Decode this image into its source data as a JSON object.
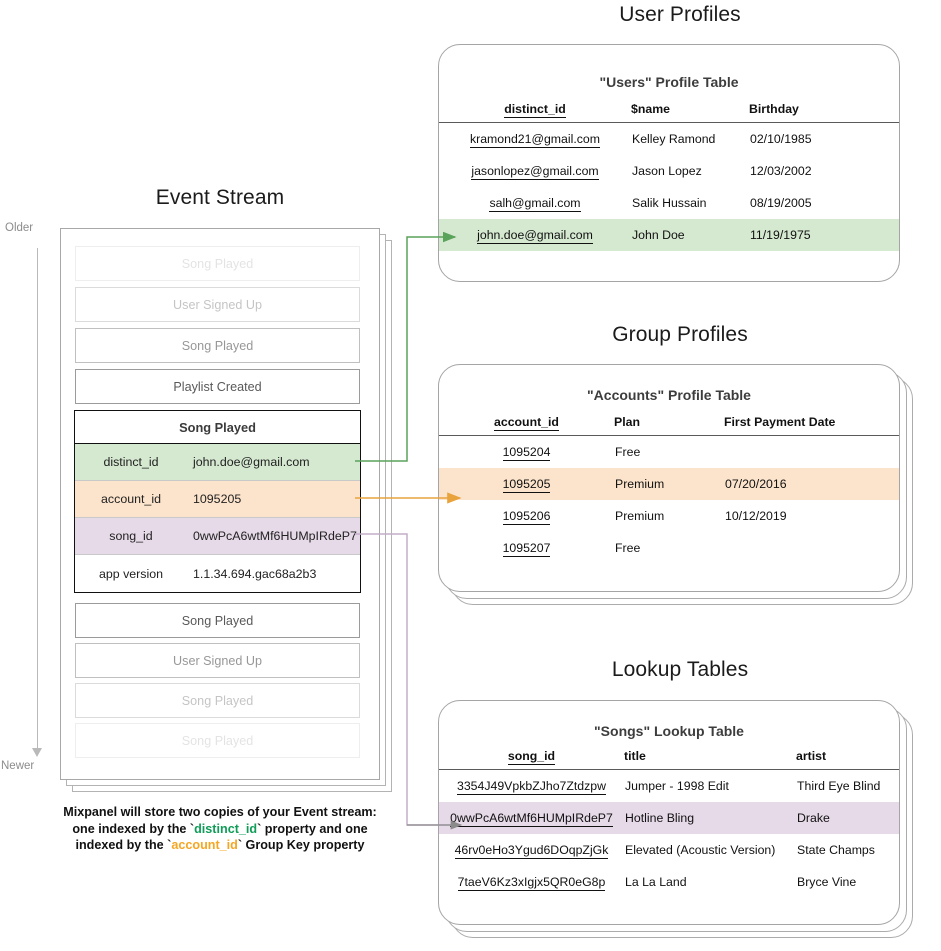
{
  "timeline": {
    "older": "Older",
    "newer": "Newer"
  },
  "event_stream": {
    "title": "Event Stream",
    "events_before": [
      {
        "label": "Song Played",
        "fade": "f1"
      },
      {
        "label": "User Signed Up",
        "fade": "f2"
      },
      {
        "label": "Song Played",
        "fade": "f3"
      },
      {
        "label": "Playlist Created",
        "fade": "f4"
      }
    ],
    "expanded_event": {
      "name": "Song Played",
      "properties": [
        {
          "key": "distinct_id",
          "value": "john.doe@gmail.com",
          "highlight": "green"
        },
        {
          "key": "account_id",
          "value": "1095205",
          "highlight": "orange"
        },
        {
          "key": "song_id",
          "value": "0wwPcA6wtMf6HUMpIRdeP7",
          "highlight": "purple"
        },
        {
          "key": "app version",
          "value": "1.1.34.694.gac68a2b3",
          "highlight": "none"
        }
      ]
    },
    "events_after": [
      {
        "label": "Song Played",
        "fade": "f4"
      },
      {
        "label": "User Signed Up",
        "fade": "f3"
      },
      {
        "label": "Song Played",
        "fade": "f2"
      },
      {
        "label": "Song Played",
        "fade": "f1"
      }
    ],
    "caption": {
      "line1": "Mixpanel will store two copies of your Event stream:",
      "line2_a": "one indexed by the `",
      "line2_key": "distinct_id",
      "line2_b": "` property and one",
      "line3_a": "indexed by the `",
      "line3_key": "account_id",
      "line3_b": "` Group Key property"
    }
  },
  "user_profiles": {
    "section_title": "User Profiles",
    "table_title": "\"Users\" Profile Table",
    "columns": [
      "distinct_id",
      "$name",
      "Birthday"
    ],
    "rows": [
      {
        "cells": [
          "kramond21@gmail.com",
          "Kelley Ramond",
          "02/10/1985"
        ],
        "highlight": "none"
      },
      {
        "cells": [
          "jasonlopez@gmail.com",
          "Jason Lopez",
          "12/03/2002"
        ],
        "highlight": "none"
      },
      {
        "cells": [
          "salh@gmail.com",
          "Salik Hussain",
          "08/19/2005"
        ],
        "highlight": "none"
      },
      {
        "cells": [
          "john.doe@gmail.com",
          "John Doe",
          "11/19/1975"
        ],
        "highlight": "green"
      }
    ]
  },
  "group_profiles": {
    "section_title": "Group Profiles",
    "table_title": "\"Accounts\" Profile Table",
    "columns": [
      "account_id",
      "Plan",
      "First Payment Date"
    ],
    "rows": [
      {
        "cells": [
          "1095204",
          "Free",
          ""
        ],
        "highlight": "none"
      },
      {
        "cells": [
          "1095205",
          "Premium",
          "07/20/2016"
        ],
        "highlight": "orange"
      },
      {
        "cells": [
          "1095206",
          "Premium",
          "10/12/2019"
        ],
        "highlight": "none"
      },
      {
        "cells": [
          "1095207",
          "Free",
          ""
        ],
        "highlight": "none"
      }
    ]
  },
  "lookup_tables": {
    "section_title": "Lookup Tables",
    "table_title": "\"Songs\" Lookup Table",
    "columns": [
      "song_id",
      "title",
      "artist"
    ],
    "rows": [
      {
        "cells": [
          "3354J49VpkbZJho7Ztdzpw",
          "Jumper - 1998 Edit",
          "Third Eye Blind"
        ],
        "highlight": "none"
      },
      {
        "cells": [
          "0wwPcA6wtMf6HUMpIRdeP7",
          "Hotline Bling",
          "Drake"
        ],
        "highlight": "purple"
      },
      {
        "cells": [
          "46rv0eHo3Ygud6DOqpZjGk",
          "Elevated (Acoustic Version)",
          "State Champs"
        ],
        "highlight": "none"
      },
      {
        "cells": [
          "7taeV6Kz3xIgjx5QR0eG8p",
          "La La Land",
          "Bryce Vine"
        ],
        "highlight": "none"
      }
    ]
  },
  "colors": {
    "green_highlight": "#d5e8d0",
    "orange_highlight": "#fce3cb",
    "purple_highlight": "#e6d9e8",
    "green_connector": "#5aa35a",
    "orange_connector": "#e8a33d",
    "purple_connector": "#c4aec9",
    "gray_connector": "#8a8a8a",
    "caption_green": "#0f9d58",
    "caption_orange": "#f5a623"
  }
}
